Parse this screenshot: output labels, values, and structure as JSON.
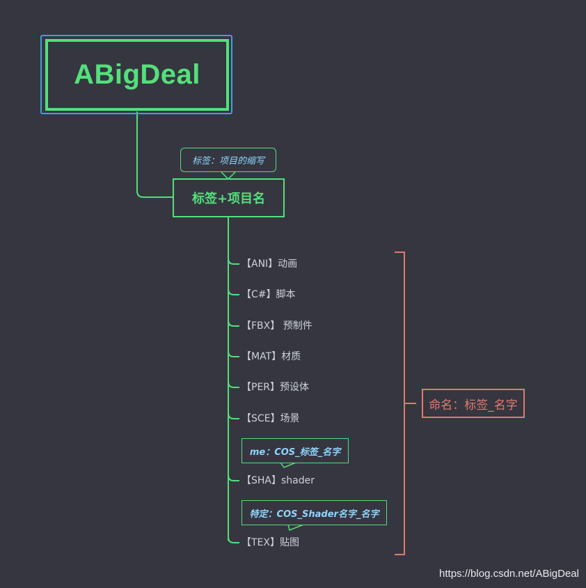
{
  "root": {
    "title": "ABigDeal"
  },
  "branch": {
    "label": "标签+项目名",
    "note": "标签：项目的缩写"
  },
  "leaves": [
    {
      "label": "【ANI】动画"
    },
    {
      "label": "【C#】脚本"
    },
    {
      "label": "【FBX】 预制件"
    },
    {
      "label": "【MAT】材质"
    },
    {
      "label": "【PER】预设体"
    },
    {
      "label": "【SCE】场景"
    },
    {
      "label": "【SHA】shader",
      "note": "me：COS_标签_名字"
    },
    {
      "label": "【TEX】贴图",
      "note": "特定：COS_Shader名字_名字"
    }
  ],
  "summary": {
    "label": "命名：标签_名字"
  },
  "watermark": "https://blog.csdn.net/ABigDeal",
  "colors": {
    "background": "#353640",
    "node_green": "#54e07a",
    "frame_blue": "#3ba2e0",
    "note_text": "#8fd6ff",
    "summary_red": "#e27b6d",
    "leaf_text": "#cfd2d8"
  }
}
